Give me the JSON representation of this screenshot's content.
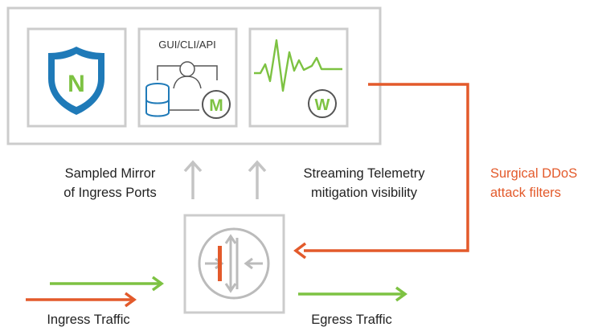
{
  "colors": {
    "accent_green": "#7dc242",
    "accent_orange": "#e35a2b",
    "accent_blue": "#1f7ab8",
    "shield_fill": "#1f7ab8",
    "arrow_gray": "#c4c4c4",
    "box_border": "#cccccc"
  },
  "tools": {
    "n": {
      "icon": "shield-icon",
      "letter": "N"
    },
    "m": {
      "icon": "database-user-icon",
      "title": "GUI/CLI/API",
      "letter": "M"
    },
    "w": {
      "icon": "waveform-icon",
      "letter": "W"
    }
  },
  "labels": {
    "sampled_mirror": [
      "Sampled Mirror",
      "of Ingress Ports"
    ],
    "streaming_telemetry": [
      "Streaming Telemetry",
      "mitigation visibility"
    ],
    "surgical_filters": [
      "Surgical DDoS",
      "attack filters"
    ],
    "ingress": "Ingress Traffic",
    "egress": "Egress Traffic"
  },
  "router": {
    "icon": "router-icon"
  }
}
